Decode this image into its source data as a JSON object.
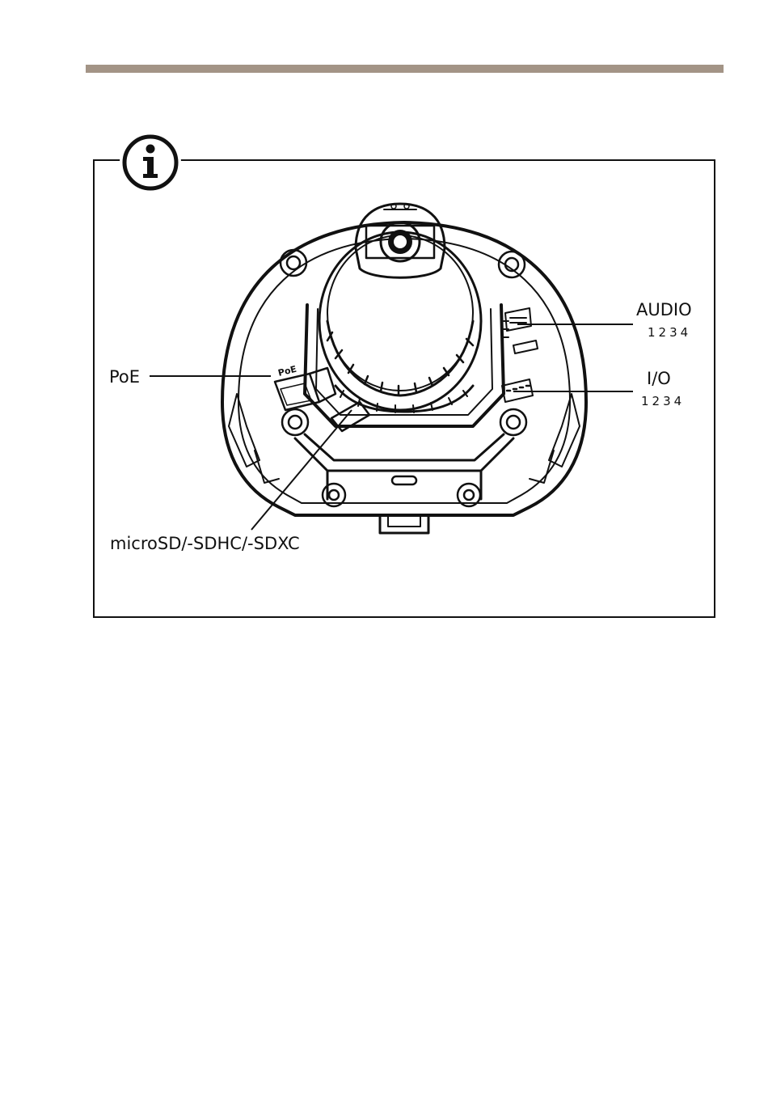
{
  "header": {
    "rule_color": "#a39486"
  },
  "note": {
    "icon": "info-icon"
  },
  "figure": {
    "callouts": {
      "poe": "PoE",
      "audio": "AUDIO",
      "audio_pins": "1234",
      "io": "I/O",
      "io_pins": "1234",
      "sd_card": "microSD/-SDHC/-SDXC"
    },
    "device_marking": "PoE"
  }
}
